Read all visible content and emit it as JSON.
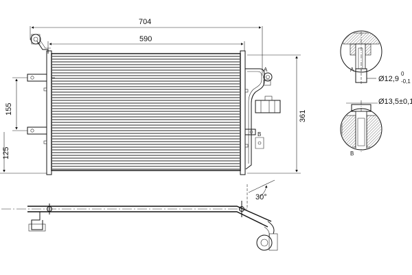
{
  "dimensions": {
    "overall_width": "704",
    "core_width": "590",
    "height": "361",
    "mount_spacing": "155",
    "mount_offset": "125",
    "angle": "30°"
  },
  "details": {
    "fitting_a": "Ø12,9",
    "fitting_a_tol_upper": "0",
    "fitting_a_tol_lower": "-0,1",
    "fitting_b": "Ø13,5±0,1"
  },
  "point_labels": {
    "a": "A",
    "b": "B"
  },
  "colors": {
    "line": "#111111",
    "hatch": "#555555",
    "background": "#ffffff"
  }
}
